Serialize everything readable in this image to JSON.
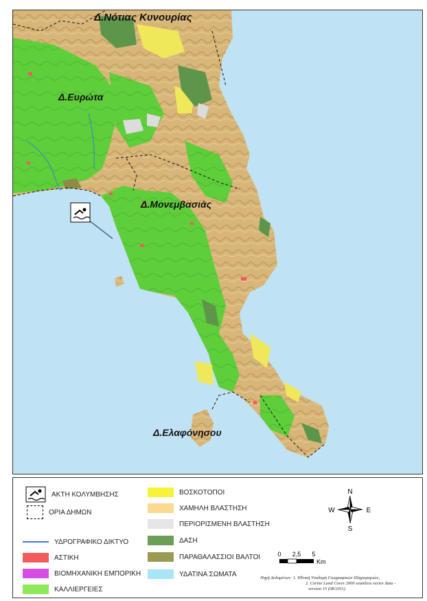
{
  "map": {
    "labels": {
      "notias_kynourias": "Δ.Νότιας Κυνουρίας",
      "evrota": "Δ.Ευρώτα",
      "monemvasias": "Δ.Μονεμβασιάς",
      "elafonisou": "Δ.Ελαφόνησου"
    },
    "colors": {
      "sea": "#bfe3f5",
      "urban": "#f25c5c",
      "industrial": "#d64fe3",
      "agriculture": "#5fcf3c",
      "pasture": "#f2ec4c",
      "shrub": "#d9b77b",
      "sparse": "#e3e3e3",
      "forest": "#5f9b4e",
      "marsh": "#8f8f4a",
      "water": "#a8e3f2"
    }
  },
  "legend": {
    "col1": [
      {
        "label": "ΑΚΤΗ ΚΟΛΥΜΒΗΣΗΣ",
        "icon": "swimmer-icon"
      },
      {
        "label": "ΟΡΙΑ ΔΗΜΩΝ",
        "icon": "dashed-boundary"
      },
      {
        "label": "ΥΔΡΟΓΡΑΦΙΚΟ ΔΙΚΤΥΟ",
        "icon": "blue-line"
      },
      {
        "label": "ΑΣΤΙΚΗ",
        "color": "#f25c5c"
      },
      {
        "label": "ΒΙΟΜΗΧΑΝΙΚΗ ΕΜΠΟΡΙΚΗ",
        "color": "#d64fe3"
      },
      {
        "label": "ΚΑΛΛΙΕΡΓΕΙΕΣ",
        "color": "#8ee85c"
      }
    ],
    "col2": [
      {
        "label": "ΒΟΣΚΟΤΟΠΟΙ",
        "color": "#f7f23a"
      },
      {
        "label": "ΧΑΜΗΛΗ ΒΛΑΣΤΗΣΗ",
        "color": "#f9da90"
      },
      {
        "label": "ΠΕΡΙΟΡΙΣΜΕΝΗ ΒΛΑΣΤΗΣΗ",
        "color": "#e6e6e6"
      },
      {
        "label": "ΔΑΣΗ",
        "color": "#6a9f55"
      },
      {
        "label": "ΠΑΡΑΘΑΛΑΣΣΙΟΙ ΒΑΛΤΟΙ",
        "color": "#9a9a52"
      },
      {
        "label": "ΥΔΑΤΙΝΑ ΣΩΜΑΤΑ",
        "color": "#a8e6f5"
      }
    ],
    "compass": {
      "n": "N",
      "s": "S",
      "e": "E",
      "w": "W"
    },
    "scale": {
      "t0": "0",
      "t1": "2,5",
      "t2": "5",
      "unit": "Km"
    },
    "source": [
      "Πηγή Δεδομένων: 1. Εθνική Υποδομή Γεωγραφικών Πληροφοριών,",
      "2. Corine Land Cover 2000 seamless vector data -",
      "version 15 (08/2011)"
    ]
  }
}
